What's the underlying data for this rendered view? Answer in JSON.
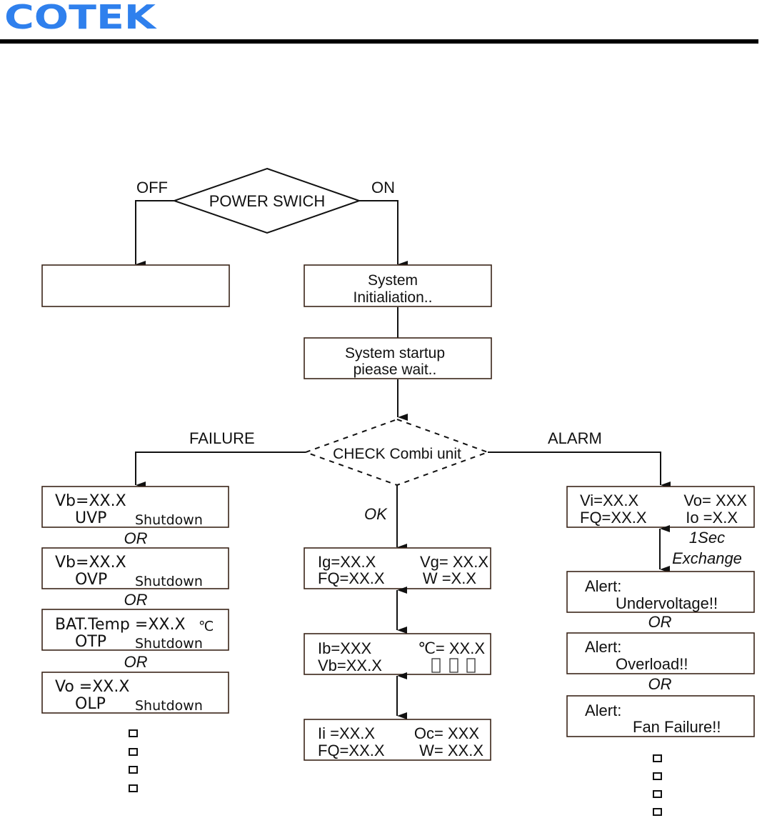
{
  "header": {
    "brand": "COTEK",
    "brand_color": "#2f80ed"
  },
  "flow": {
    "power_switch": {
      "label": "POWER SWICH",
      "off_label": "OFF",
      "on_label": "ON"
    },
    "off_box": {
      "line1": "",
      "line2": ""
    },
    "init_box": {
      "line1": "System",
      "line2": "Initialiation.."
    },
    "startup_box": {
      "line1": "System startup",
      "line2": "piease wait.."
    },
    "check": {
      "label": "CHECK Combi unit",
      "failure_label": "FAILURE",
      "alarm_label": "ALARM",
      "ok_label": "OK"
    },
    "or_label": "OR",
    "failure_boxes": [
      {
        "line1": "Vb=XX.X",
        "code": "UVP",
        "status": "Shutdown"
      },
      {
        "line1": "Vb=XX.X",
        "code": "OVP",
        "status": "Shutdown"
      },
      {
        "line1": "BAT.Temp =XX.X",
        "unit": "℃",
        "code": "OTP",
        "status": "Shutdown"
      },
      {
        "line1": "Vo =XX.X",
        "code": "OLP",
        "status": "Shutdown"
      }
    ],
    "ok_boxes": [
      {
        "l1a": "Ig=XX.X",
        "l1b": "Vg= XX.X",
        "l2a": "FQ=XX.X",
        "l2b": "W =X.X"
      },
      {
        "l1a": "Ib=XXX",
        "l1b": "℃= XX.X",
        "l2a": "Vb=XX.X",
        "l2b": "□□□"
      },
      {
        "l1a": "Ii =XX.X",
        "l1b": "Oc= XXX",
        "l2a": "FQ=XX.X",
        "l2b": "W= XX.X"
      }
    ],
    "alarm_status_box": {
      "l1a": "Vi=XX.X",
      "l1b": "Vo= XXX",
      "l2a": "FQ=XX.X",
      "l2b": "Io =X.X"
    },
    "exchange": {
      "line1": "1Sec",
      "line2": "Exchange"
    },
    "alert_boxes": [
      {
        "line1": "Alert:",
        "line2": "Undervoltage!!"
      },
      {
        "line1": "Alert:",
        "line2": "Overload!!"
      },
      {
        "line1": "Alert:",
        "line2": "Fan Failure!!"
      }
    ],
    "continuation_icon": "small-square-icon"
  }
}
